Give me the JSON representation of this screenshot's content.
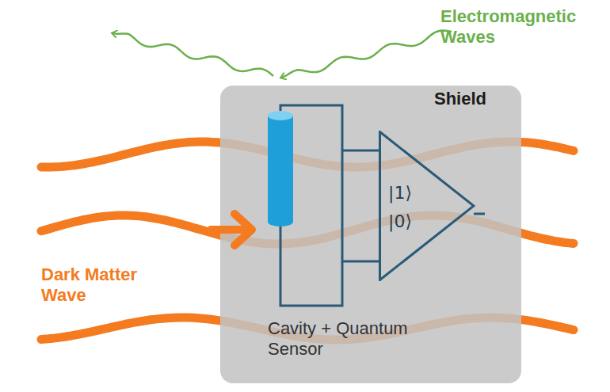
{
  "diagram": {
    "nodes": [
      {
        "text": [
          "Shield"
        ]
      },
      {
        "text": [
          "|1⟩",
          "|0⟩"
        ],
        "in": 0
      }
    ],
    "labels": [
      "Electromagnetic Waves",
      "Dark Matter Wave",
      "Cavity + Quantum Sensor"
    ]
  }
}
